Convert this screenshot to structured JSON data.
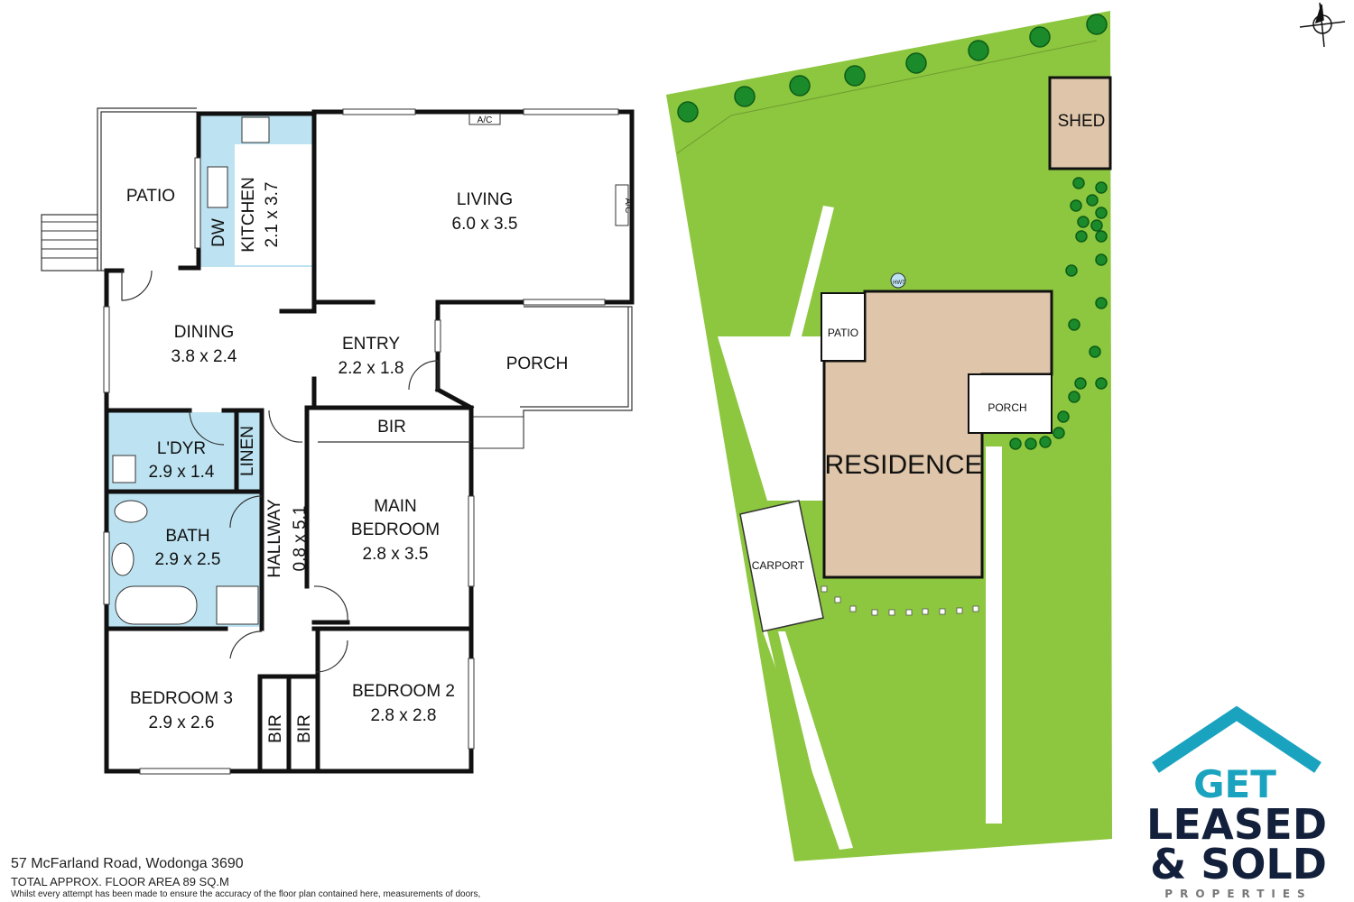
{
  "floorplan": {
    "rooms": {
      "patio": "PATIO",
      "kitchen": "KITCHEN",
      "kitchen_dim": "2.1 x 3.7",
      "dw": "DW",
      "living": "LIVING",
      "living_dim": "6.0 x 3.5",
      "ac1": "A/C",
      "ac2": "A/C",
      "dining": "DINING",
      "dining_dim": "3.8 x 2.4",
      "entry": "ENTRY",
      "entry_dim": "2.2 x 1.8",
      "porch": "PORCH",
      "bir_main": "BIR",
      "laundry": "L'DYR",
      "laundry_dim": "2.9 x 1.4",
      "linen": "LINEN",
      "bath": "BATH",
      "bath_dim": "2.9 x 2.5",
      "hallway": "HALLWAY",
      "hallway_dim": "0.8 x 5.1",
      "main_bedroom_1": "MAIN",
      "main_bedroom_2": "BEDROOM",
      "main_bedroom_dim": "2.8 x 3.5",
      "bedroom3": "BEDROOM 3",
      "bedroom3_dim": "2.9 x 2.6",
      "bir3": "BIR",
      "bir2": "BIR",
      "bedroom2": "BEDROOM 2",
      "bedroom2_dim": "2.8 x 2.8"
    }
  },
  "site": {
    "shed": "SHED",
    "hwt": "HWT",
    "patio": "PATIO",
    "porch": "PORCH",
    "residence": "RESIDENCE",
    "carport": "CARPORT"
  },
  "footer": {
    "address": "57 McFarland Road, Wodonga 3690",
    "area": "TOTAL APPROX. FLOOR AREA 89 SQ.M",
    "disclaimer": "Whilst every attempt has been made to ensure the accuracy of the floor plan contained here, measurements of doors,"
  },
  "logo": {
    "line1": "GET",
    "line2": "LEASED",
    "line3": "& SOLD",
    "line4": "PROPERTIES"
  },
  "colors": {
    "grass": "#8dc63f",
    "residence": "#dfc6aa",
    "wet": "#bde3f2",
    "logo_teal": "#1aa3bf",
    "logo_navy": "#13203b"
  }
}
